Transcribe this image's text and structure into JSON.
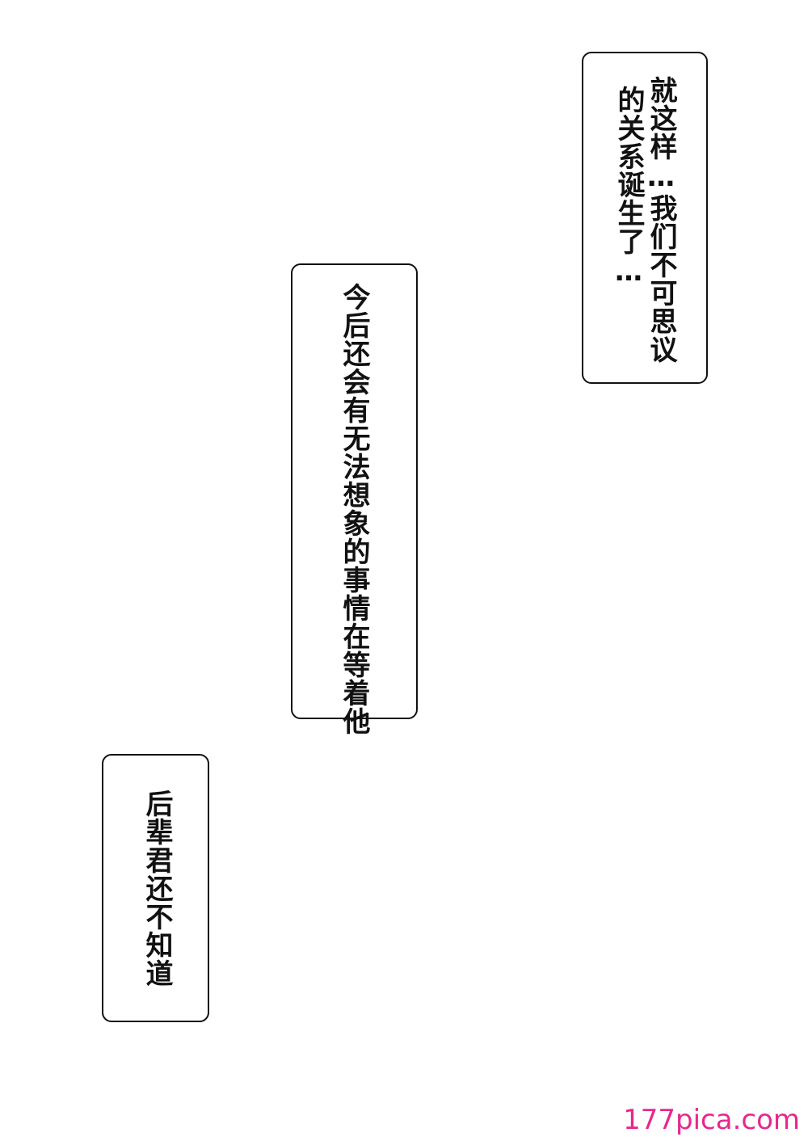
{
  "captions": [
    {
      "lines": [
        "就这样…我们不可思议",
        "的关系诞生了…"
      ]
    },
    {
      "lines": [
        "今后还会有无法想象的事情在等着他"
      ]
    },
    {
      "lines": [
        "后辈君还不知道"
      ]
    }
  ],
  "watermark": {
    "text": "177pica.com",
    "color": "#e8278f"
  }
}
